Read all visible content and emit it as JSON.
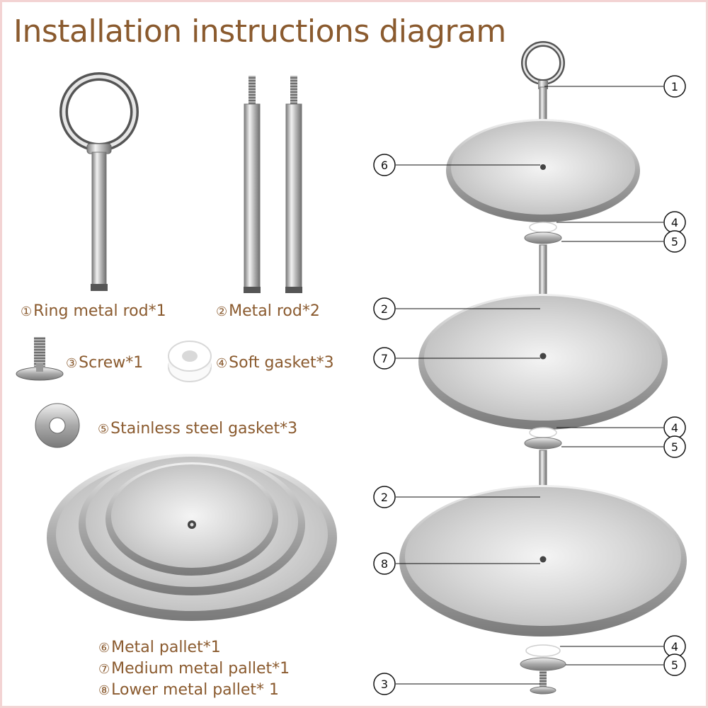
{
  "title": "Installation instructions diagram",
  "parts": [
    {
      "num": "①",
      "label": "Ring metal rod*1"
    },
    {
      "num": "②",
      "label": "Metal rod*2"
    },
    {
      "num": "③",
      "label": "Screw*1"
    },
    {
      "num": "④",
      "label": "Soft gasket*3"
    },
    {
      "num": "⑤",
      "label": "Stainless steel gasket*3"
    },
    {
      "num": "⑥",
      "label": "Metal pallet*1"
    },
    {
      "num": "⑦",
      "label": "Medium metal pallet*1"
    },
    {
      "num": "⑧",
      "label": "Lower metal pallet* 1"
    }
  ],
  "callouts": [
    "1",
    "6",
    "4",
    "5",
    "2",
    "7",
    "4",
    "5",
    "2",
    "8",
    "4",
    "5",
    "3"
  ],
  "colors": {
    "title": "#8a5a2e",
    "label": "#8a5a2e",
    "border": "#f3d3d3",
    "steel_light": "#e8e8e8",
    "steel_dark": "#8c8c8c"
  }
}
